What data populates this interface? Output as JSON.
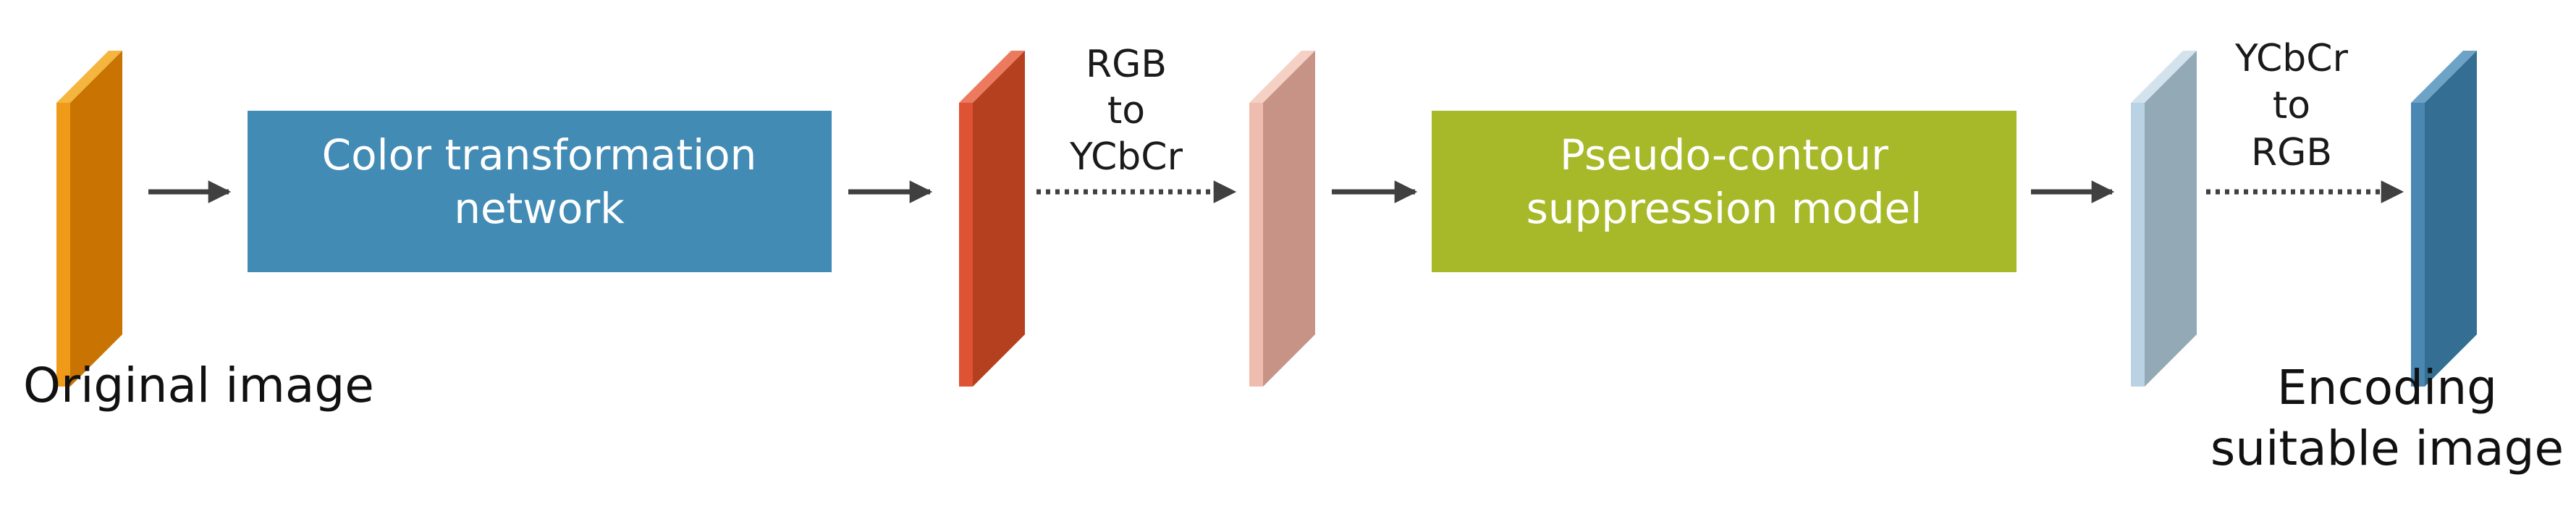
{
  "blocks": {
    "color_transform": {
      "line1": "Color transformation",
      "line2": "network",
      "color": "#428bb5"
    },
    "pseudo_contour": {
      "line1": "Pseudo-contour",
      "line2": "suppression model",
      "color": "#a7b929"
    }
  },
  "conversions": {
    "rgb_to_ycbcr": {
      "line1": "RGB",
      "line2": "to",
      "line3": "YCbCr"
    },
    "ycbcr_to_rgb": {
      "line1": "YCbCr",
      "line2": "to",
      "line3": "RGB"
    }
  },
  "labels": {
    "original_image": "Original image",
    "encoding_line1": "Encoding",
    "encoding_line2": "suitable image"
  },
  "colors": {
    "original_image": "#e8900f",
    "rgb_output": "#d34a26",
    "ycbcr_input": "#e8b0a0",
    "ycbcr_output": "#a9c4d8",
    "encoded_image": "#3c78a0",
    "arrow": "#404040"
  }
}
